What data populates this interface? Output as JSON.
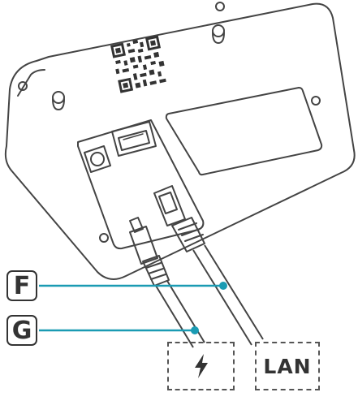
{
  "callouts": {
    "f_label": "F",
    "g_label": "G"
  },
  "connectors": {
    "power_icon": "lightning-bolt-icon",
    "lan_label": "LAN"
  },
  "colors": {
    "outline": "#333333",
    "callout_line": "#1a9bb3",
    "fill": "#ffffff"
  }
}
